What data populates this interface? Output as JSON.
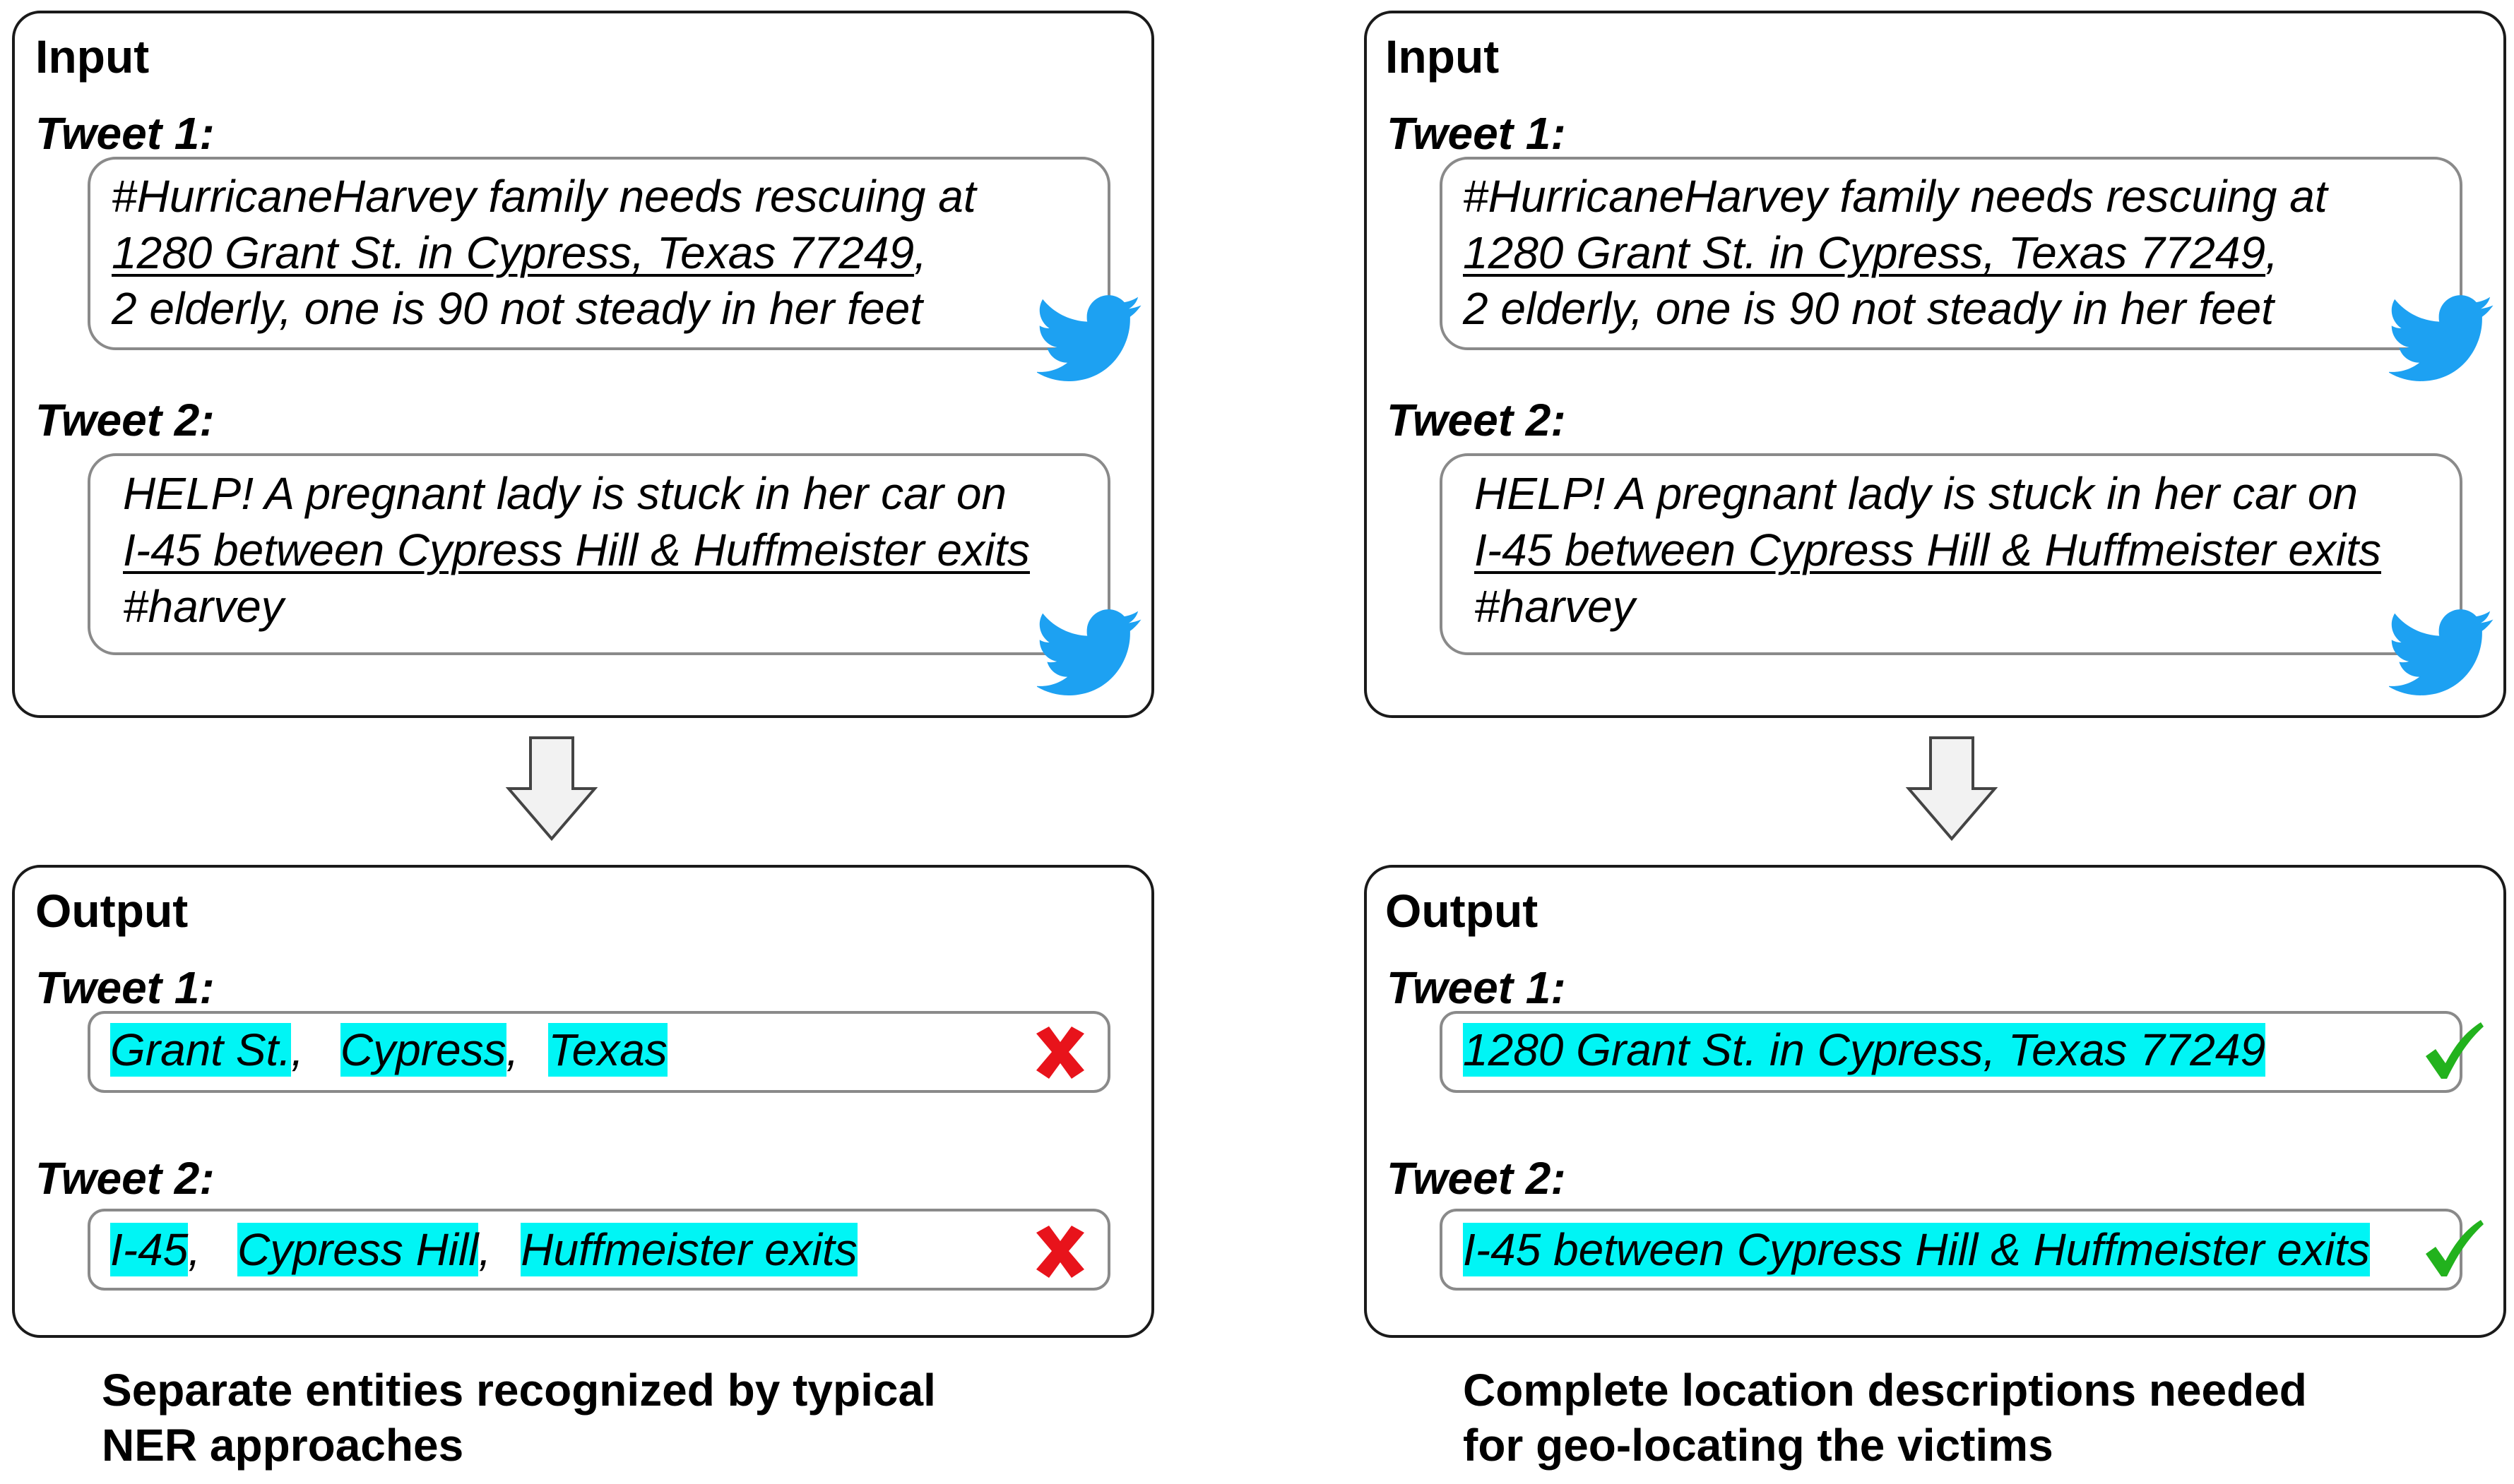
{
  "left": {
    "input": {
      "title": "Input",
      "tweet1": {
        "label": "Tweet 1:",
        "line1": "#HurricaneHarvey family needs rescuing at",
        "line2_loc": "1280 Grant St. in Cypress, Texas 77249",
        "line2_tail": ",",
        "line3": "2 elderly, one is 90 not steady in her feet"
      },
      "tweet2": {
        "label": "Tweet 2:",
        "line1": "HELP! A pregnant lady is stuck in her car on",
        "line2_loc": "I-45 between Cypress Hill & Huffmeister exits",
        "line3": "#harvey"
      }
    },
    "output": {
      "title": "Output",
      "tweet1": {
        "label": "Tweet 1:",
        "e1": "Grant St.",
        "s1": ",",
        "e2": "Cypress",
        "s2": ",",
        "e3": "Texas"
      },
      "tweet2": {
        "label": "Tweet 2:",
        "e1": "I-45",
        "s1": ",",
        "e2": "Cypress Hill",
        "s2": ",",
        "e3": "Huffmeister exits"
      }
    },
    "caption": {
      "line1": "Separate entities recognized by typical",
      "line2": "NER approaches"
    }
  },
  "right": {
    "input": {
      "title": "Input",
      "tweet1": {
        "label": "Tweet 1:",
        "line1": "#HurricaneHarvey family needs rescuing at",
        "line2_loc": "1280 Grant St. in Cypress, Texas 77249",
        "line2_tail": ",",
        "line3": "2 elderly, one is 90 not steady in her feet"
      },
      "tweet2": {
        "label": "Tweet 2:",
        "line1": "HELP! A pregnant lady is stuck in her car on",
        "line2_loc": "I-45 between Cypress Hill & Huffmeister exits",
        "line3": "#harvey"
      }
    },
    "output": {
      "title": "Output",
      "tweet1": {
        "label": "Tweet 1:",
        "loc": "1280 Grant St. in Cypress, Texas 77249"
      },
      "tweet2": {
        "label": "Tweet 2:",
        "loc": "I-45 between Cypress Hill & Huffmeister exits"
      }
    },
    "caption": {
      "line1": "Complete location descriptions needed",
      "line2": "for geo-locating the victims"
    }
  },
  "icons": {
    "bird": "twitter-bird-icon",
    "arrow": "down-arrow-icon",
    "cross": "red-cross-icon",
    "check": "green-check-icon"
  },
  "colors": {
    "highlight": "#00f5f5",
    "twitter": "#1da1f2",
    "cross": "#e8131b",
    "check": "#22b21d"
  }
}
